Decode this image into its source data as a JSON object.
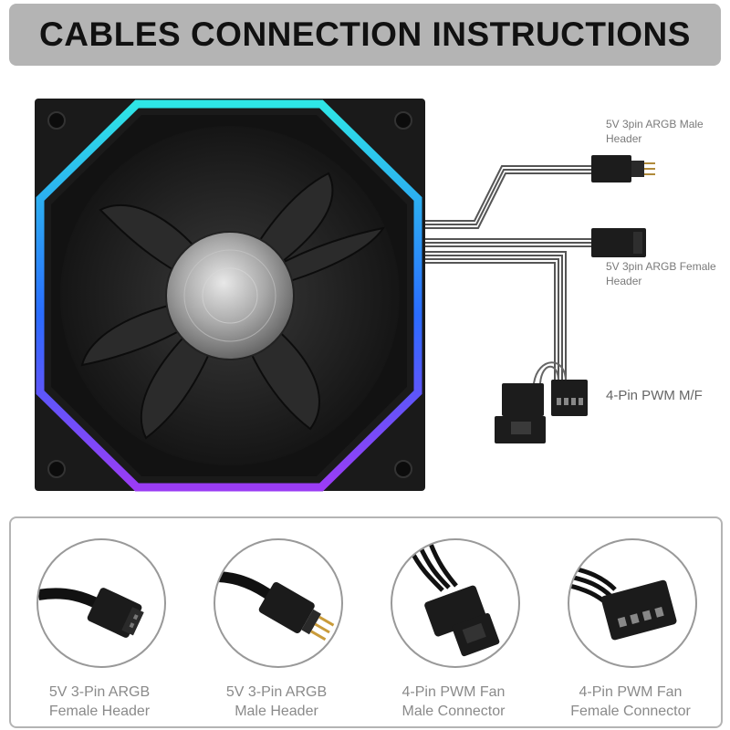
{
  "header": {
    "title": "CABLES CONNECTION INSTRUCTIONS"
  },
  "cable_labels": {
    "argb_male": {
      "line1": "5V 3pin ARGB Male",
      "line2": "Header"
    },
    "argb_female": {
      "line1": "5V 3pin ARGB Female",
      "line2": "Header"
    },
    "pwm": "4-Pin PWM M/F"
  },
  "connectors": [
    {
      "line1": "5V 3-Pin ARGB",
      "line2": "Female Header",
      "icon": "argb-female-connector-icon"
    },
    {
      "line1": "5V 3-Pin ARGB",
      "line2": "Male Header",
      "icon": "argb-male-connector-icon"
    },
    {
      "line1": "4-Pin PWM Fan",
      "line2": "Male Connector",
      "icon": "pwm-male-connector-icon"
    },
    {
      "line1": "4-Pin PWM Fan",
      "line2": "Female Connector",
      "icon": "pwm-female-connector-icon"
    }
  ],
  "colors": {
    "banner": "#b4b4b4",
    "ring_cyan": "#2ee6e6",
    "ring_blue": "#2a6cff",
    "ring_purple": "#9b3cf5"
  }
}
